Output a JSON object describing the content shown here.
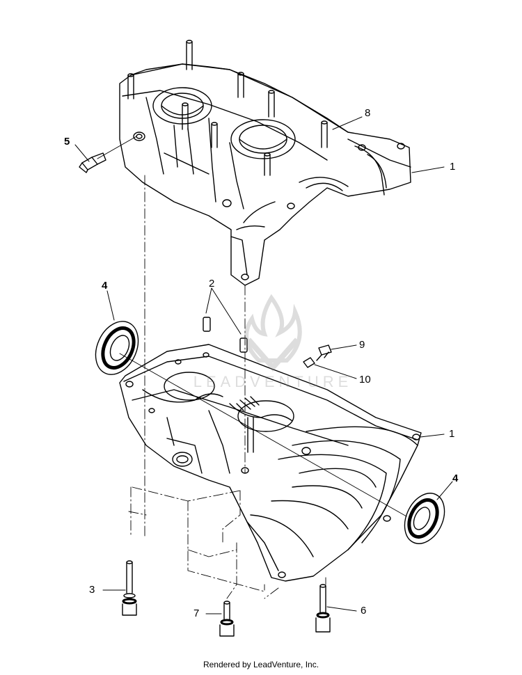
{
  "callouts": {
    "c1_upper": "1",
    "c1_lower": "1",
    "c2": "2",
    "c3": "3",
    "c4_left": "4",
    "c4_right": "4",
    "c5": "5",
    "c6": "6",
    "c7": "7",
    "c8": "8",
    "c9": "9",
    "c10": "10"
  },
  "watermark": {
    "text": "LEADVENTURE",
    "logo_icon": "leadventure-flame-icon"
  },
  "footer": {
    "text": "Rendered by LeadVenture, Inc."
  }
}
